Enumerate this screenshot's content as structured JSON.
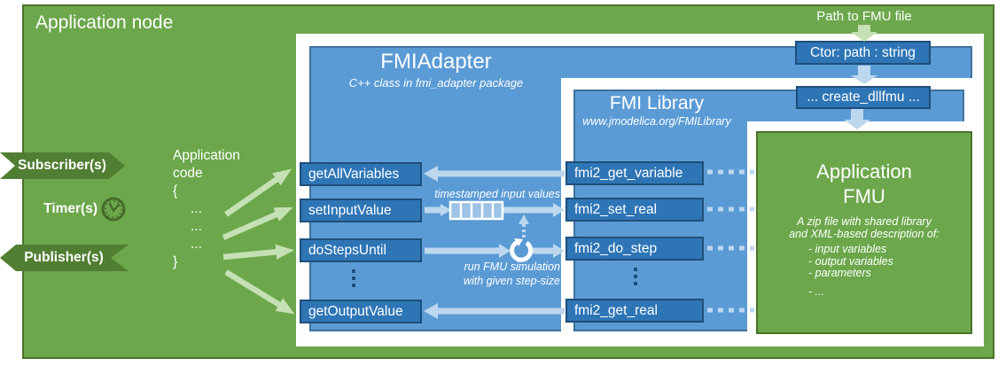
{
  "colors": {
    "node_green": "#6CA74C",
    "dark_green_border": "#4A7329",
    "banner_green": "#507E32",
    "light_green_arrow": "#C5E0B4",
    "panel_blue": "#5B9BD5",
    "panel_blue_border": "#41719C",
    "box_blue": "#2E75B6",
    "box_blue_border": "#1F4E79",
    "light_blue_arrow": "#BDD7EE",
    "queue_fill": "#9DC3E6"
  },
  "node": {
    "title": "Application node"
  },
  "ros": {
    "subscriber": "Subscriber(s)",
    "timer": "Timer(s)",
    "publisher": "Publisher(s)"
  },
  "app_code": {
    "line1": "Application",
    "line2": "code",
    "brace_open": "{",
    "dots": [
      "...",
      "...",
      "..."
    ],
    "brace_close": "}"
  },
  "top_flow": {
    "path_label": "Path to FMU file",
    "ctor_label": "Ctor: path : string",
    "create_label": "... create_dllfmu ..."
  },
  "fmi_adapter": {
    "title": "FMIAdapter",
    "subtitle": "C++ class in fmi_adapter package",
    "methods": [
      "getAllVariables",
      "setInputValue",
      "doStepsUntil",
      "getOutputValue"
    ],
    "queue_label": "timestamped input values",
    "loop_label_line1": "run FMU simulation",
    "loop_label_line2": "with given step-size"
  },
  "fmi_library": {
    "title": "FMI Library",
    "subtitle": "www.jmodelica.org/FMILibrary",
    "functions": [
      "fmi2_get_variable",
      "fmi2_set_real",
      "fmi2_do_step",
      "fmi2_get_real"
    ]
  },
  "fmu": {
    "title_line1": "Application",
    "title_line2": "FMU",
    "desc_line1": "A zip file with shared library",
    "desc_line2": "and XML-based description of:",
    "bullets": [
      "- input variables",
      "- output variables",
      "- parameters",
      "- ..."
    ]
  }
}
